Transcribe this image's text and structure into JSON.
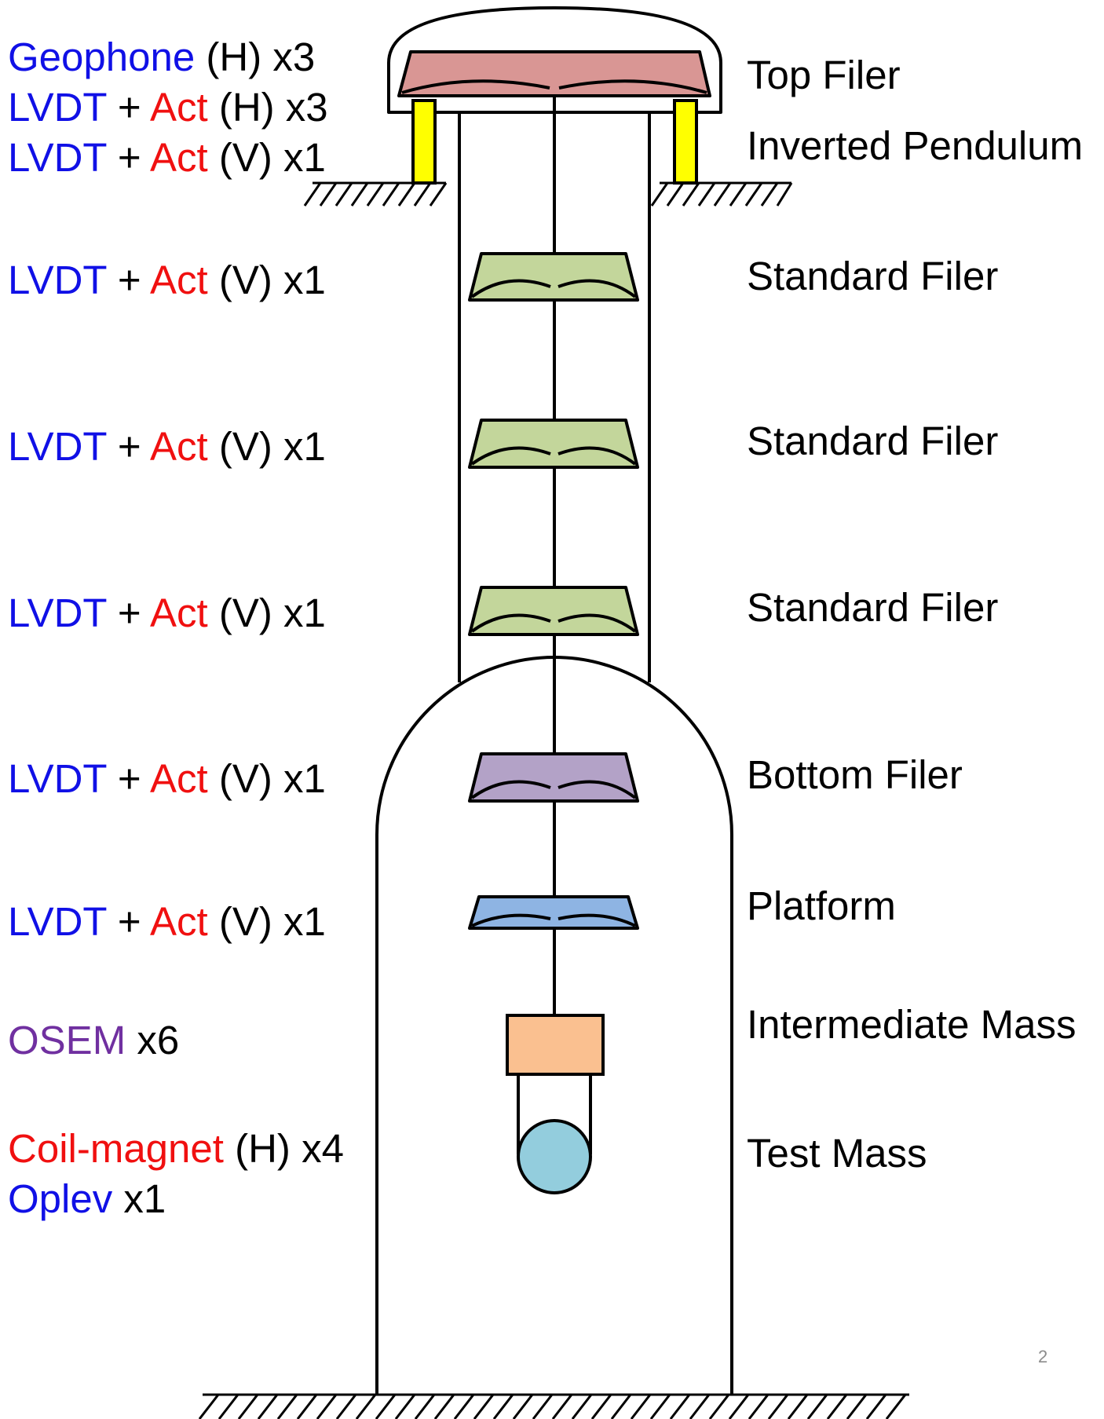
{
  "colors": {
    "blue": "#1010e6",
    "red": "#f01010",
    "purple": "#7030a0",
    "top_filter": "#d99694",
    "standard_filter": "#c3d69b",
    "bottom_filter": "#b3a2c7",
    "platform": "#8eb4e3",
    "intermediate_mass": "#fac090",
    "test_mass": "#93cddd",
    "inverted_pendulum_leg": "#ffff00"
  },
  "sensor_rows": [
    {
      "parts": [
        {
          "text": "Geophone",
          "color": "blue"
        },
        {
          "text": " (H) x3",
          "color": "black"
        }
      ]
    },
    {
      "parts": [
        {
          "text": "LVDT",
          "color": "blue"
        },
        {
          "text": " + ",
          "color": "black"
        },
        {
          "text": "Act",
          "color": "red"
        },
        {
          "text": " (H) x3",
          "color": "black"
        }
      ]
    },
    {
      "parts": [
        {
          "text": "LVDT",
          "color": "blue"
        },
        {
          "text": " + ",
          "color": "black"
        },
        {
          "text": "Act",
          "color": "red"
        },
        {
          "text": " (V) x1",
          "color": "black"
        }
      ]
    },
    {
      "parts": [
        {
          "text": "LVDT",
          "color": "blue"
        },
        {
          "text": " + ",
          "color": "black"
        },
        {
          "text": "Act",
          "color": "red"
        },
        {
          "text": " (V) x1",
          "color": "black"
        }
      ]
    },
    {
      "parts": [
        {
          "text": "LVDT",
          "color": "blue"
        },
        {
          "text": " + ",
          "color": "black"
        },
        {
          "text": "Act",
          "color": "red"
        },
        {
          "text": " (V) x1",
          "color": "black"
        }
      ]
    },
    {
      "parts": [
        {
          "text": "LVDT",
          "color": "blue"
        },
        {
          "text": " + ",
          "color": "black"
        },
        {
          "text": "Act",
          "color": "red"
        },
        {
          "text": " (V) x1",
          "color": "black"
        }
      ]
    },
    {
      "parts": [
        {
          "text": "LVDT",
          "color": "blue"
        },
        {
          "text": " + ",
          "color": "black"
        },
        {
          "text": "Act",
          "color": "red"
        },
        {
          "text": " (V) x1",
          "color": "black"
        }
      ]
    },
    {
      "parts": [
        {
          "text": "LVDT",
          "color": "blue"
        },
        {
          "text": " + ",
          "color": "black"
        },
        {
          "text": "Act",
          "color": "red"
        },
        {
          "text": " (V) x1",
          "color": "black"
        }
      ]
    },
    {
      "parts": [
        {
          "text": "OSEM",
          "color": "purple"
        },
        {
          "text": " x6",
          "color": "black"
        }
      ]
    },
    {
      "parts": [
        {
          "text": "Coil-magnet",
          "color": "red"
        },
        {
          "text": " (H) x4",
          "color": "black"
        }
      ]
    },
    {
      "parts": [
        {
          "text": "Oplev",
          "color": "blue"
        },
        {
          "text": " x1",
          "color": "black"
        }
      ]
    }
  ],
  "stage_labels": [
    "Top Filer",
    "Inverted Pendulum",
    "Standard Filer",
    "Standard Filer",
    "Standard Filer",
    "Bottom Filer",
    "Platform",
    "Intermediate Mass",
    "Test Mass"
  ],
  "page_number": "2"
}
